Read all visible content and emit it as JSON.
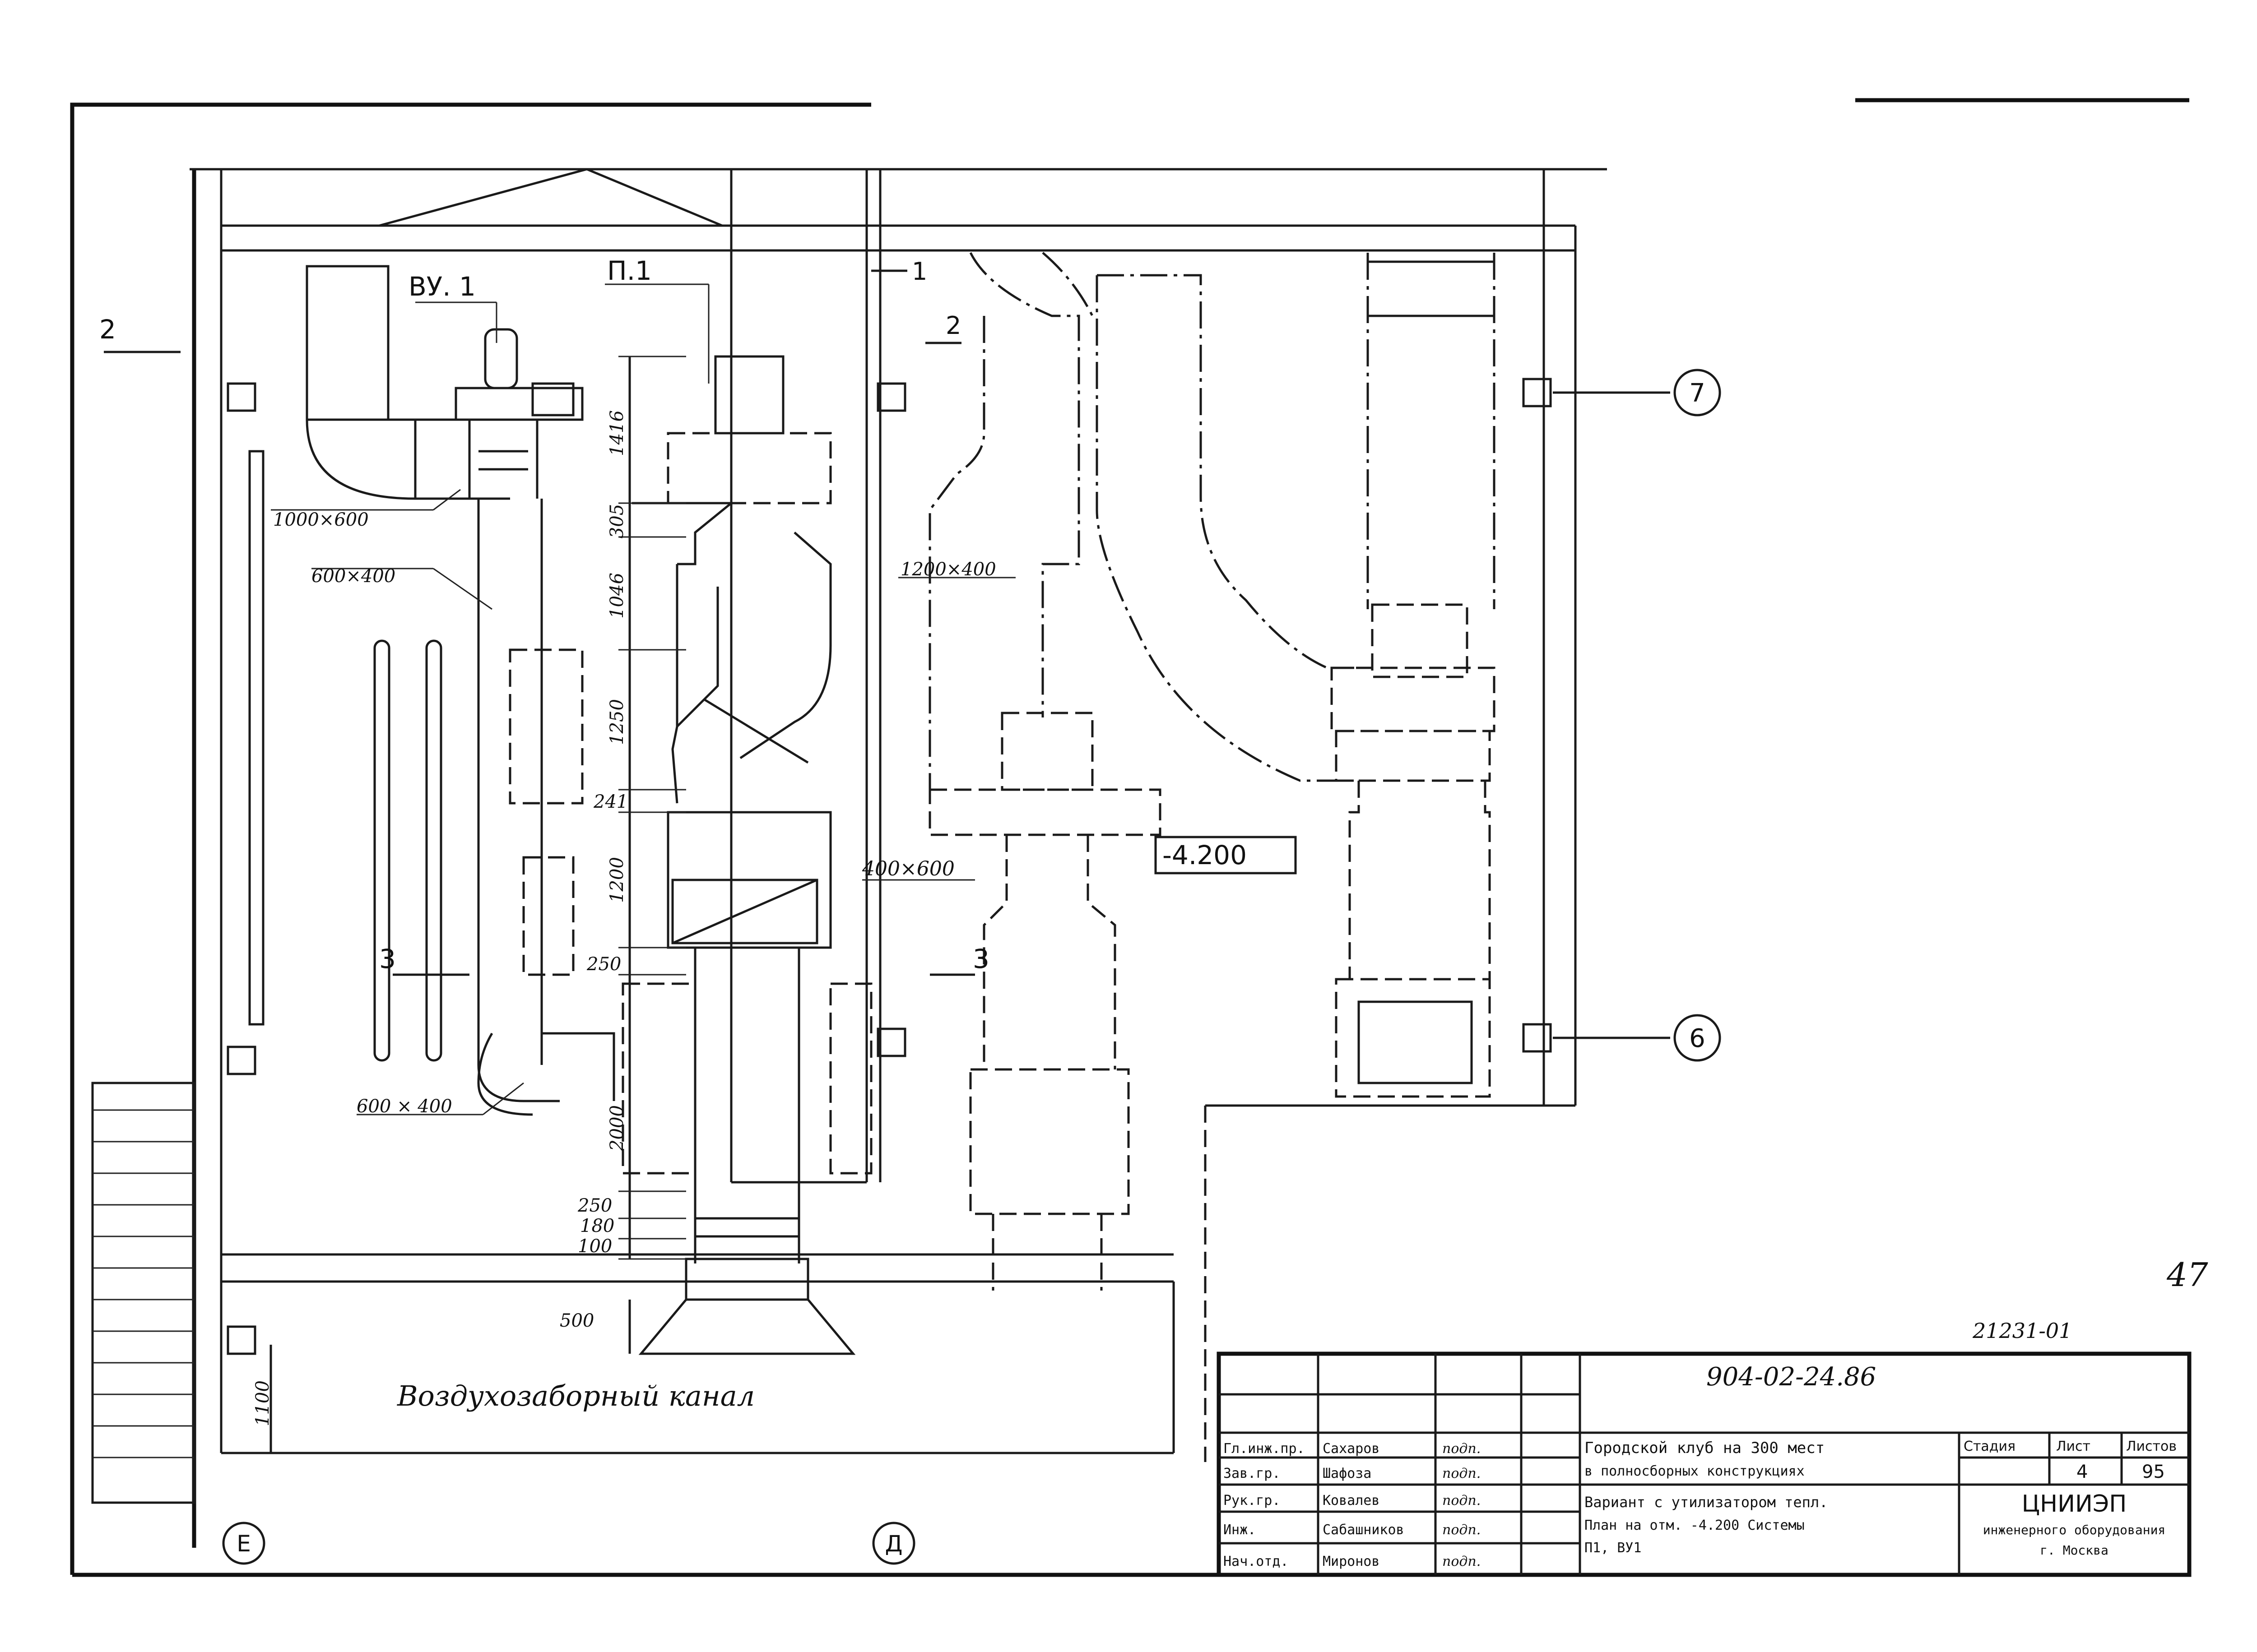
{
  "labels": {
    "vu1": "ВУ. 1",
    "p1": "П.1",
    "duct_1000x600": "1000×600",
    "duct_600x400_top": "600×400",
    "duct_600x400_bottom": "600 × 400",
    "duct_1200x400": "1200×400",
    "duct_400x600": "400×600",
    "elevation": "-4.200",
    "air_intake_channel": "Воздухозаборный   канал",
    "page_number": "47",
    "side_code": "21231-01"
  },
  "section_marks": {
    "s1": "1",
    "s2_left": "2",
    "s2_mid": "2",
    "s3_left": "3",
    "s3_mid": "3"
  },
  "axes": {
    "axis_7": "7",
    "axis_6": "6",
    "axis_E": "Е",
    "axis_D": "Д"
  },
  "dimensions": {
    "d1416": "1416",
    "d305": "305",
    "d1046": "1046",
    "d1250": "1250",
    "d241": "241",
    "d1200": "1200",
    "d250a": "250",
    "d2000": "2000",
    "d250b": "250",
    "d180": "180",
    "d100": "100",
    "d500": "500",
    "d1100": "1100"
  },
  "title_block": {
    "doc_code": "904-02-24.86",
    "project": "Городской клуб на 300 мест",
    "project_line2": "в полносборных конструкциях",
    "sheet_title": "Вариант с утилизатором тепл.",
    "sheet_title_line2": "План на отм. -4.200 Системы",
    "sheet_title_line3": "П1, ВУ1",
    "stage_label": "Стадия",
    "sheet_label": "Лист",
    "sheets_label": "Листов",
    "sheet_no": "4",
    "sheets_total": "95",
    "org_name": "ЦНИИЭП",
    "org_line2": "инженерного оборудования",
    "org_city": "г. Москва",
    "roles": [
      "Гл.инж.пр.",
      "Зав.гр.",
      "Рук.гр.",
      "Инж.",
      "Нач.отд."
    ],
    "names": [
      "Сахаров",
      "Шафоза",
      "Ковалев",
      "Сабашников",
      "Миронов"
    ],
    "signatures": [
      "подп.",
      "подп.",
      "подп.",
      "подп.",
      "подп."
    ]
  }
}
